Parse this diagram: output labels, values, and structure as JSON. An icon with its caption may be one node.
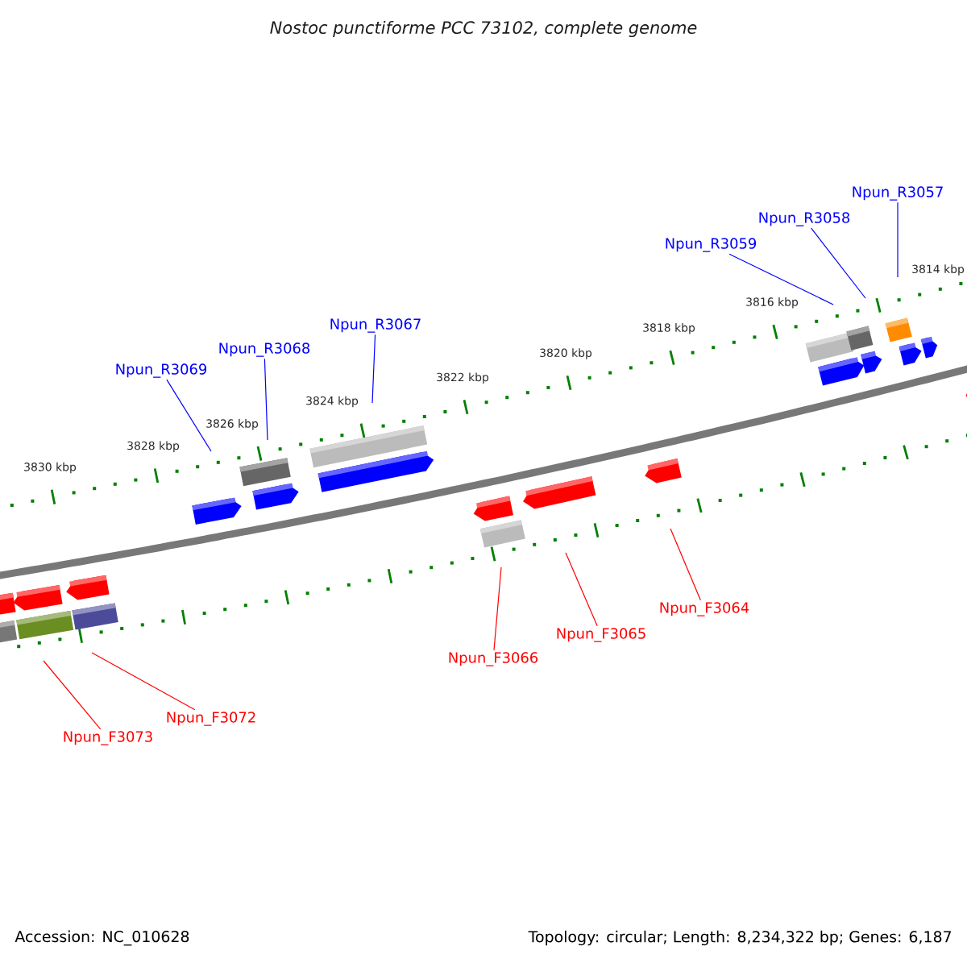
{
  "diagram": {
    "title": "Nostoc punctiforme PCC 73102, complete genome",
    "nodes": [
      {
        "text": [
          "Npun_R3057"
        ]
      },
      {
        "text": [
          "Npun_R3058"
        ]
      },
      {
        "text": [
          "Npun_R3059"
        ]
      },
      {
        "text": [
          "Npun_R3067"
        ]
      },
      {
        "text": [
          "Npun_R3068"
        ]
      },
      {
        "text": [
          "Npun_R3069"
        ]
      },
      {
        "text": [
          "Npun_F3064"
        ]
      },
      {
        "text": [
          "Npun_F3065"
        ]
      },
      {
        "text": [
          "Npun_F3066"
        ]
      },
      {
        "text": [
          "Npun_F3072"
        ]
      },
      {
        "text": [
          "Npun_F3073"
        ]
      }
    ],
    "edges": [
      {
        "from": 0,
        "to": null,
        "arrow": "none",
        "color": "#0000ff"
      },
      {
        "from": 1,
        "to": null,
        "arrow": "none",
        "color": "#0000ff"
      },
      {
        "from": 2,
        "to": null,
        "arrow": "none",
        "color": "#0000ff"
      },
      {
        "from": 3,
        "to": null,
        "arrow": "none",
        "color": "#0000ff"
      },
      {
        "from": 4,
        "to": null,
        "arrow": "none",
        "color": "#0000ff"
      },
      {
        "from": 5,
        "to": null,
        "arrow": "none",
        "color": "#0000ff"
      },
      {
        "from": 6,
        "to": null,
        "arrow": "none",
        "color": "#ff0000"
      },
      {
        "from": 7,
        "to": null,
        "arrow": "none",
        "color": "#ff0000"
      },
      {
        "from": 8,
        "to": null,
        "arrow": "none",
        "color": "#ff0000"
      },
      {
        "from": 9,
        "to": null,
        "arrow": "none",
        "color": "#ff0000"
      },
      {
        "from": 10,
        "to": null,
        "arrow": "none",
        "color": "#ff0000"
      }
    ],
    "labels": [
      "3830 kbp",
      "3828 kbp",
      "3826 kbp",
      "3824 kbp",
      "3822 kbp",
      "3820 kbp",
      "3818 kbp",
      "3816 kbp",
      "3814 kbp",
      "Accession: NC_010628",
      "Topology: circular; Length: 8,234,322 bp; Genes: 6,187"
    ]
  }
}
